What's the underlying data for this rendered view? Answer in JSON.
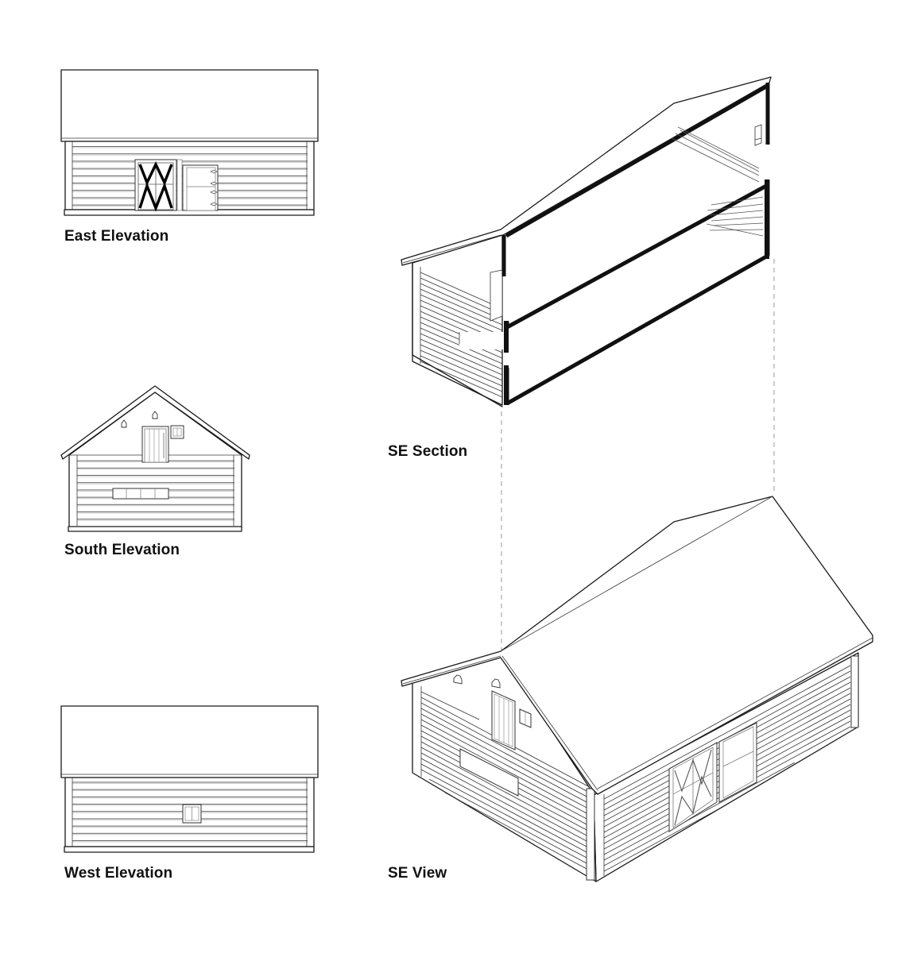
{
  "sheet": {
    "background": "#ffffff",
    "line_color": "#1a1a1a"
  },
  "views": {
    "east_elevation": {
      "label": "East Elevation"
    },
    "south_elevation": {
      "label": "South Elevation"
    },
    "west_elevation": {
      "label": "West Elevation"
    },
    "se_section": {
      "label": "SE Section"
    },
    "se_view": {
      "label": "SE View"
    }
  }
}
